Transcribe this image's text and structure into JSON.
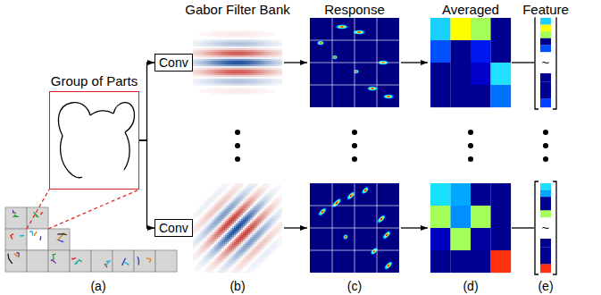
{
  "diagram": {
    "nodes": [
      {
        "text": [
          "Group of Parts"
        ]
      },
      {
        "text": [
          "Conv"
        ]
      },
      {
        "text": [
          "Conv"
        ]
      }
    ],
    "edges": [
      {
        "from": 0,
        "to": 1,
        "arrow": "to"
      },
      {
        "from": 0,
        "to": 2,
        "arrow": "to"
      }
    ],
    "labels": [
      "Gabor Filter Bank",
      "Response",
      "Averaged",
      "Feature",
      "~",
      "~",
      "(a)",
      "(b)",
      "(c)",
      "(d)",
      "(e)"
    ]
  }
}
